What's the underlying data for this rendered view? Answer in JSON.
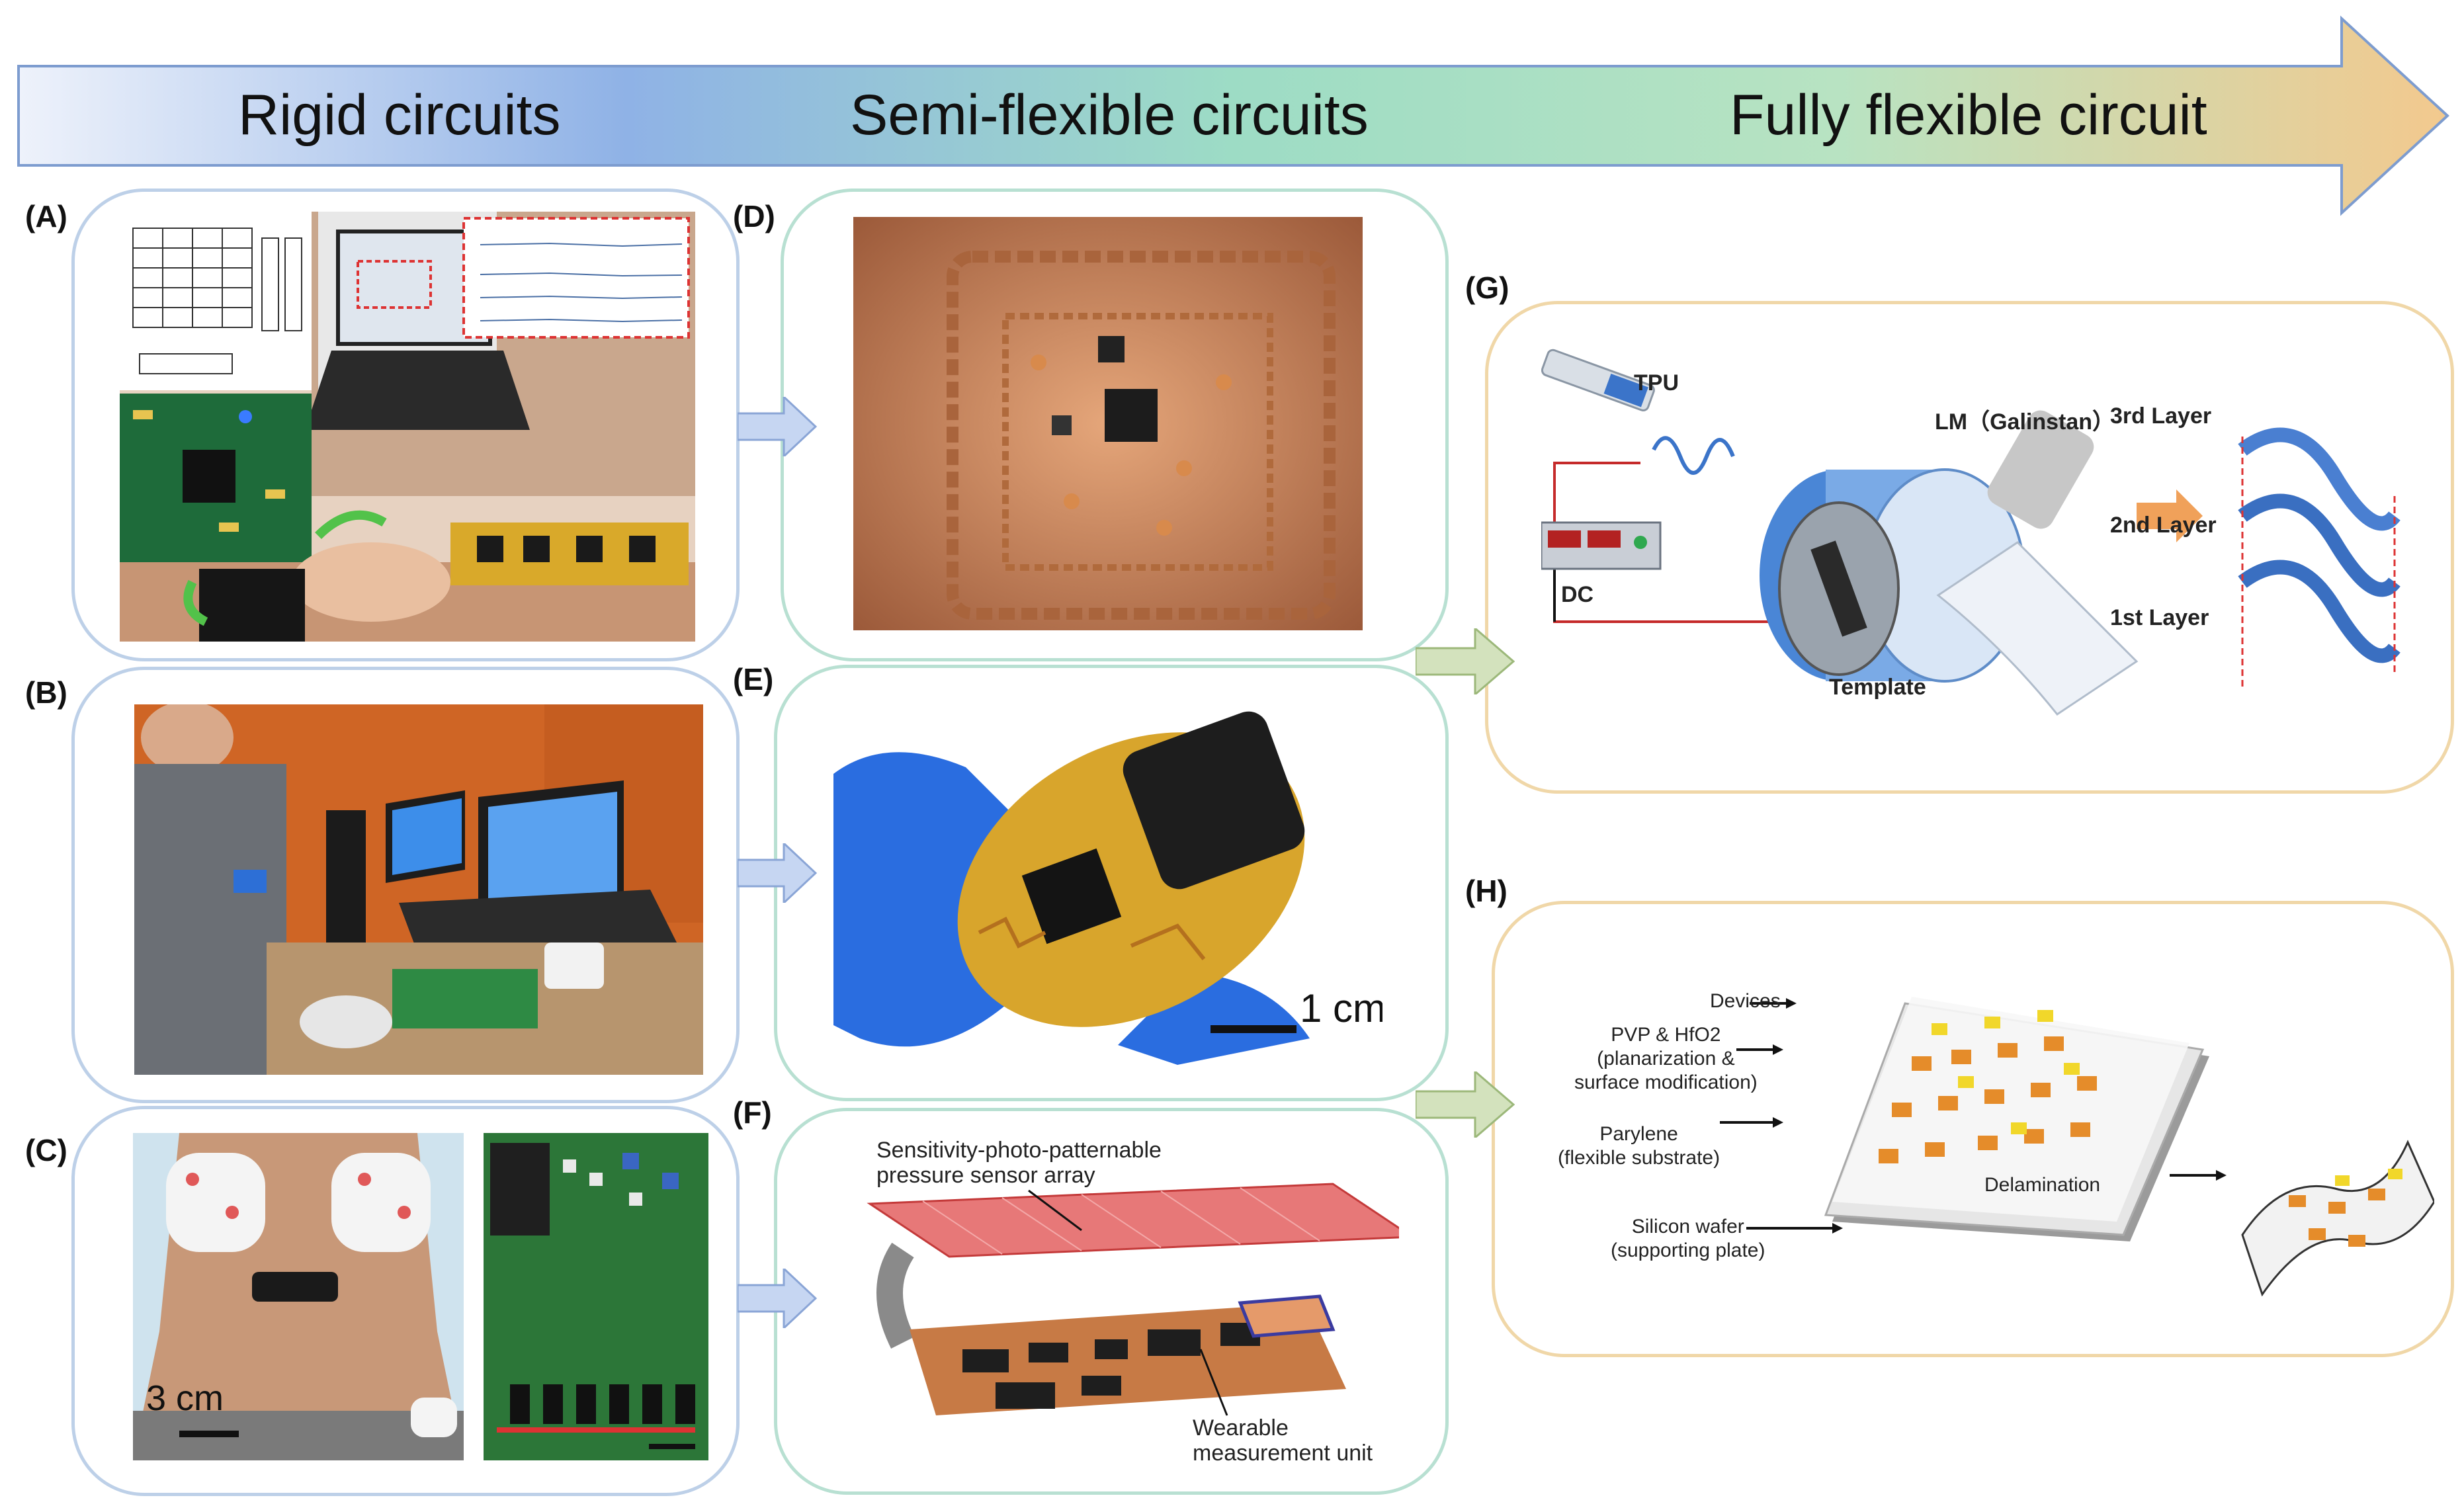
{
  "stages": {
    "rigid": "Rigid circuits",
    "semi": "Semi-flexible circuits",
    "full": "Fully flexible circuit"
  },
  "panels": {
    "A": "(A)",
    "B": "(B)",
    "C": "(C)",
    "D": "(D)",
    "E": "(E)",
    "F": "(F)",
    "G": "(G)",
    "H": "(H)"
  },
  "panel_c": {
    "scale_bar": "3 cm"
  },
  "panel_e": {
    "scale_bar": "1 cm"
  },
  "panel_f": {
    "sensor_label": "Sensitivity-photo-patternable\npressure sensor array",
    "unit_label": "Wearable\nmeasurement unit"
  },
  "panel_g": {
    "tpu": "TPU",
    "lm": "LM（Galinstan）",
    "dc": "DC",
    "template": "Template",
    "layer3": "3rd Layer",
    "layer2": "2nd Layer",
    "layer1": "1st Layer"
  },
  "panel_h": {
    "devices": "Devices",
    "pvp": "PVP & HfO2\n(planarization &\nsurface modification)",
    "parylene": "Parylene\n(flexible substrate)",
    "silicon": "Silicon wafer\n(supporting plate)",
    "delamination": "Delamination"
  },
  "colors": {
    "arrow_start": "#dfe8f8",
    "arrow_mid1": "#8fb4e6",
    "arrow_mid2": "#a8e0c8",
    "arrow_end": "#f3c98e",
    "panel_arrow": "#b9cfee",
    "panel_arrow_green": "#c7dca8"
  }
}
